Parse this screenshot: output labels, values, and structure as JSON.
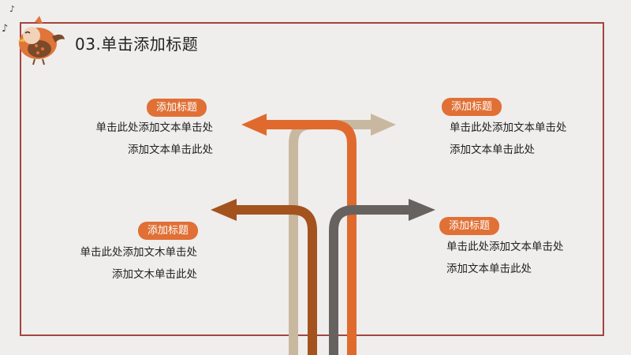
{
  "slide": {
    "title": "03.单击添加标题"
  },
  "blocks": [
    {
      "id": "top-left",
      "label": "添加标题",
      "lines": [
        "单击此处添加文本单击处",
        "添加文本单击此处"
      ]
    },
    {
      "id": "top-right",
      "label": "添加标题",
      "lines": [
        "单击此处添加文本单击处",
        "添加文本单击此处"
      ]
    },
    {
      "id": "bottom-left",
      "label": "添加标题",
      "lines": [
        "单击此处添加文木单击处",
        "添加文木单击此处"
      ]
    },
    {
      "id": "bottom-right",
      "label": "添加标题",
      "lines": [
        "单击此处添加文本单击处",
        "添加文本单击此处"
      ]
    }
  ],
  "colors": {
    "frame": "#a4443e",
    "accent_orange": "#e07035",
    "arrow_orange": "#e06a2e",
    "arrow_beige": "#c9b8a0",
    "arrow_brown": "#a4531e",
    "arrow_gray": "#666260"
  }
}
